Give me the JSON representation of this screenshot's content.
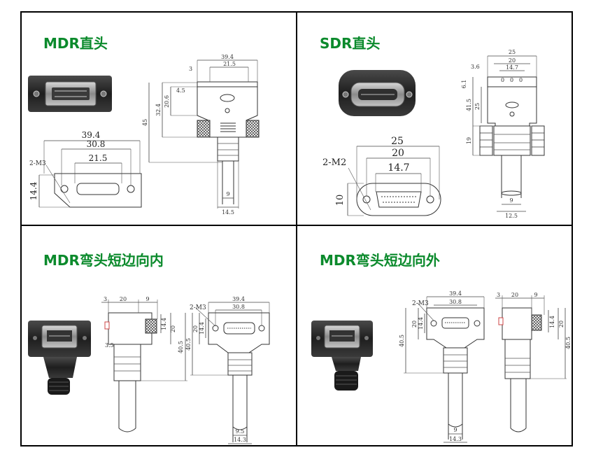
{
  "colors": {
    "title": "#0b8a2c",
    "grid": "#000000",
    "connector_body": "#2a2a2a",
    "connector_metal": "#9a9a9a"
  },
  "quadrants": [
    {
      "title": "MDR直头",
      "dims": {
        "overall_width": "39.4",
        "inner_width": "21.5",
        "side_offset": "3",
        "flange": "4.5",
        "h1": "20.6",
        "h2": "32.4",
        "total_h": "45",
        "cable_w": "9",
        "boot_w": "14.5",
        "face_total": "39.4",
        "face_pitch": "30.8",
        "face_inner": "21.5",
        "face_h": "14.4",
        "screw_label": "2-M3"
      }
    },
    {
      "title": "SDR直头",
      "dims": {
        "overall_width": "25",
        "width_mid": "20",
        "width_inner": "14.7",
        "side_offset": "3.6",
        "small": "6.1",
        "h1": "25",
        "h2": "41.5",
        "h3": "19",
        "cable_w": "9",
        "boot_w": "12.5",
        "face_total": "25",
        "face_pitch": "20",
        "face_inner": "14.7",
        "face_h": "10",
        "screw_label": "2-M2"
      }
    },
    {
      "title": "MDR弯头短边向内",
      "dims": {
        "top_3": "3",
        "top_20": "20",
        "top_9": "9",
        "side_14_4": "14.4",
        "side_20": "20",
        "side_40_5": "40.5",
        "side_3_5": "3.5",
        "face_total": "39.4",
        "face_pitch": "30.8",
        "face_h1": "20",
        "face_h2": "14.4",
        "face_h3": "40.5",
        "cable_w": "9.5",
        "boot_w": "14.3",
        "screw_label": "2-M3"
      }
    },
    {
      "title": "MDR弯头短边向外",
      "dims": {
        "face_total": "39.4",
        "face_pitch": "30.8",
        "face_h1": "20",
        "face_h2": "14.4",
        "face_h3": "40.5",
        "cable_w": "9",
        "boot_w": "14.3",
        "screw_label": "2-M3",
        "top_3": "3",
        "top_20": "20",
        "top_9": "9",
        "side_14_4": "14.4",
        "side_20": "20",
        "side_40_5": "40.5"
      }
    }
  ]
}
